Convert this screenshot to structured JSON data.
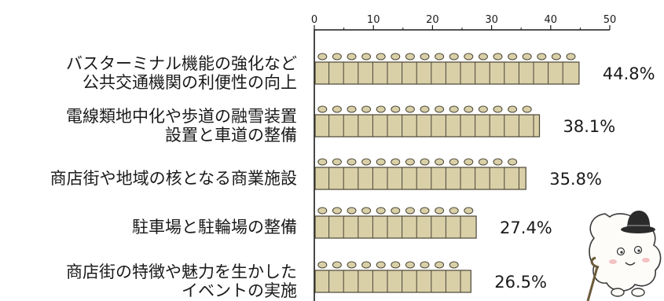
{
  "chart_data": {
    "type": "bar",
    "orientation": "horizontal",
    "categories": [
      [
        "バスターミナル機能の強化など",
        "公共交通機関の利便性の向上"
      ],
      [
        "電線類地中化や歩道の融雪装置",
        "設置と車道の整備"
      ],
      [
        "商店街や地域の核となる商業施設"
      ],
      [
        "駐車場と駐輪場の整備"
      ],
      [
        "商店街の特徴や魅力を生かした",
        "イベントの実施"
      ]
    ],
    "values": [
      44.8,
      38.1,
      35.8,
      27.4,
      26.5
    ],
    "value_labels": [
      "44.8%",
      "38.1%",
      "35.8%",
      "27.4%",
      "26.5%"
    ],
    "xlim": [
      0,
      50
    ],
    "x_ticks": [
      "0",
      "10",
      "20",
      "30",
      "40",
      "50"
    ],
    "x_tick_values": [
      0,
      10,
      20,
      30,
      40,
      50
    ],
    "axis_position": "top",
    "grid": false,
    "legend": "none",
    "colors": {
      "bar_fill": "#d9d0a8",
      "bar_stroke": "#4a4536",
      "axis": "#1a1a1a"
    },
    "decoration": "mascot-character-icon"
  }
}
